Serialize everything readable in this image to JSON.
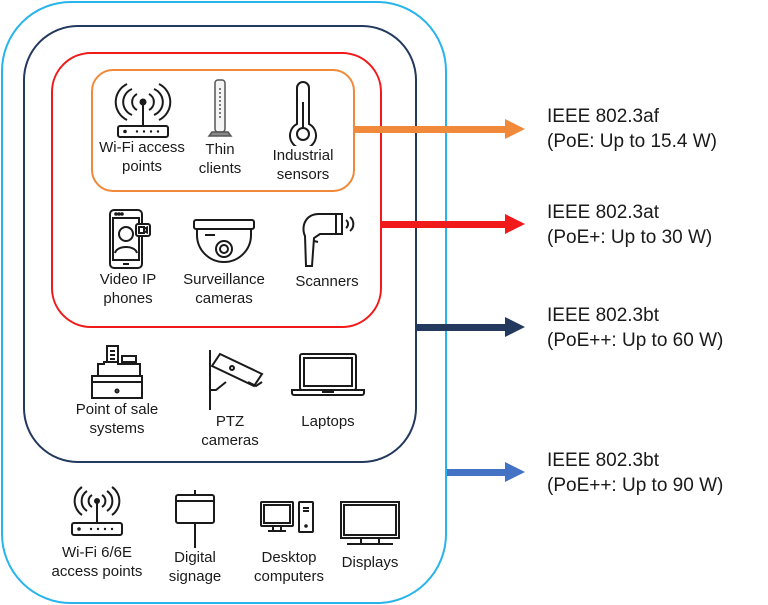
{
  "colors": {
    "af": "#f08a3a",
    "at": "#f01a1a",
    "bt60": "#23395d",
    "bt90": "#4472c4",
    "outer_border": "#27b4ec"
  },
  "standards": [
    {
      "name": "IEEE 802.3af",
      "detail": "(PoE: Up to 15.4 W)"
    },
    {
      "name": "IEEE 802.3at",
      "detail": "(PoE+: Up to 30 W)"
    },
    {
      "name": "IEEE 802.3bt",
      "detail": "(PoE++: Up to 60 W)"
    },
    {
      "name": "IEEE 802.3bt",
      "detail": "(PoE++: Up to 90 W)"
    }
  ],
  "tiers": {
    "af": [
      {
        "icon": "wifi-router-icon",
        "line1": "Wi-Fi access",
        "line2": "points"
      },
      {
        "icon": "thin-client-icon",
        "line1": "Thin",
        "line2": "clients"
      },
      {
        "icon": "thermometer-icon",
        "line1": "Industrial",
        "line2": "sensors"
      }
    ],
    "at": [
      {
        "icon": "video-phone-icon",
        "line1": "Video IP",
        "line2": "phones"
      },
      {
        "icon": "dome-camera-icon",
        "line1": "Surveillance",
        "line2": "cameras"
      },
      {
        "icon": "barcode-scanner-icon",
        "line1": "Scanners",
        "line2": ""
      }
    ],
    "bt60": [
      {
        "icon": "cash-register-icon",
        "line1": "Point of sale",
        "line2": "systems"
      },
      {
        "icon": "ptz-camera-icon",
        "line1": "PTZ",
        "line2": "cameras"
      },
      {
        "icon": "laptop-icon",
        "line1": "Laptops",
        "line2": ""
      }
    ],
    "bt90": [
      {
        "icon": "wifi-router-icon",
        "line1": "Wi-Fi 6/6E",
        "line2": "access points"
      },
      {
        "icon": "digital-signage-icon",
        "line1": "Digital",
        "line2": "signage"
      },
      {
        "icon": "desktop-computer-icon",
        "line1": "Desktop",
        "line2": "computers"
      },
      {
        "icon": "display-monitor-icon",
        "line1": "Displays",
        "line2": ""
      }
    ]
  }
}
